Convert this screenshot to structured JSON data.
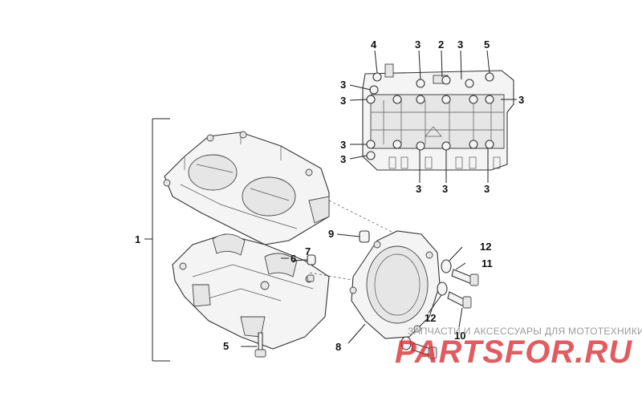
{
  "callouts": {
    "top_4": "4",
    "top_3a": "3",
    "top_2": "2",
    "top_3b": "3",
    "top_5": "5",
    "left_3a": "3",
    "left_3b": "3",
    "right_3": "3",
    "left_3c": "3",
    "left_3d": "3",
    "bot_3a": "3",
    "bot_3b": "3",
    "bot_3c": "3",
    "assembly_1": "1",
    "part_9": "9",
    "part_7": "7",
    "part_6": "6",
    "part_12a": "12",
    "part_11": "11",
    "part_12b": "12",
    "part_10": "10",
    "part_5": "5",
    "part_8": "8"
  },
  "watermark": {
    "caption": "ЗАПЧАСТИ И АКСЕССУАРЫ ДЛЯ МОТОТЕХНИКИ",
    "logo": "PARTSFOR.RU"
  },
  "colors": {
    "line": "#222222",
    "logo_red": "#d7262b",
    "caption_gray": "#9a9a9a"
  }
}
